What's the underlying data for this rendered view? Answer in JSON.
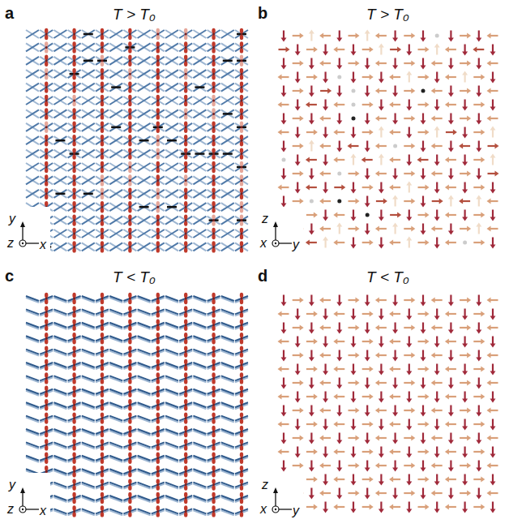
{
  "diagram": {
    "labels": [
      "a",
      "T > T₀",
      "y",
      "z",
      "x",
      "b",
      "T > T₀",
      "z",
      "x",
      "y",
      "c",
      "T < T₀",
      "y",
      "z",
      "x",
      "d",
      "T < T₀",
      "z",
      "x",
      "y"
    ]
  }
}
